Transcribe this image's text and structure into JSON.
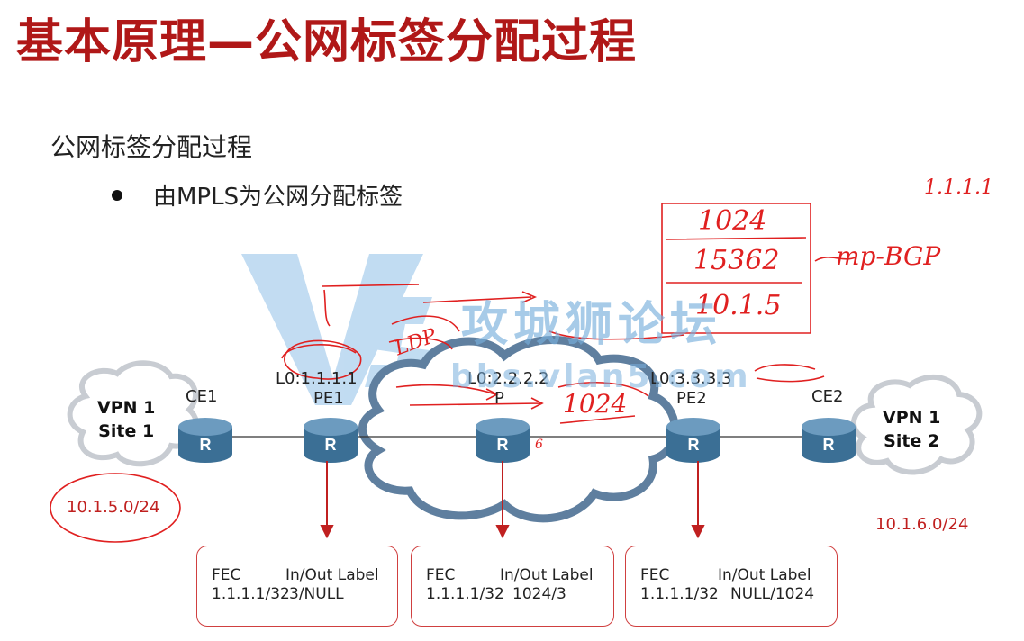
{
  "title": "基本原理—公网标签分配过程",
  "subtitle": "公网标签分配过程",
  "bullet": "由MPLS为公网分配标签",
  "sites": [
    {
      "line1": "VPN 1",
      "line2": "Site 1"
    },
    {
      "line1": "VPN 1",
      "line2": "Site 2"
    }
  ],
  "routers": [
    {
      "name": "CE1",
      "loopback": ""
    },
    {
      "name": "PE1",
      "loopback": "L0:1.1.1.1"
    },
    {
      "name": "P",
      "loopback": "L0:2.2.2.2"
    },
    {
      "name": "PE2",
      "loopback": "L0:3.3.3.3"
    },
    {
      "name": "CE2",
      "loopback": ""
    }
  ],
  "router_glyph": "R",
  "networks": {
    "left": "10.1.5.0/24",
    "right": "10.1.6.0/24"
  },
  "lfib_tables": [
    {
      "header_fec": "FEC",
      "header_label": "In/Out Label",
      "fec": "1.1.1.1/32",
      "label": "3/NULL"
    },
    {
      "header_fec": "FEC",
      "header_label": "In/Out Label",
      "fec": "1.1.1.1/32",
      "label": "1024/3"
    },
    {
      "header_fec": "FEC",
      "header_label": "In/Out Label",
      "fec": "1.1.1.1/32",
      "label": "NULL/1024"
    }
  ],
  "annotations": {
    "top_right": "1.1.1.1",
    "stack": [
      "1024",
      "15362",
      "10.1.5"
    ],
    "mp_bgp": "mp-BGP",
    "ldp": "LDP",
    "label_1024": "1024",
    "digit_6": "6"
  },
  "watermark": {
    "text": "攻城狮论坛",
    "url": "bbs.vlan5.com"
  },
  "colors": {
    "title": "#b01818",
    "annotation": "#e02020",
    "router": "#3b6f95"
  }
}
